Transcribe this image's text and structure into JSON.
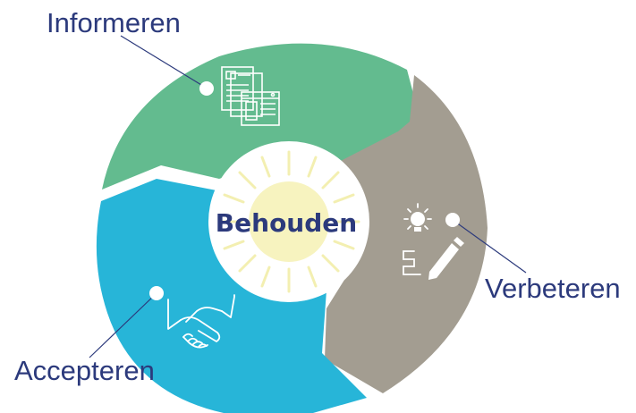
{
  "center": {
    "label": "Behouden"
  },
  "segments": [
    {
      "id": "informeren",
      "label": "Informeren",
      "color": "#63bb8f",
      "icon": "documents-icon"
    },
    {
      "id": "verbeteren",
      "label": "Verbeteren",
      "color": "#a39d91",
      "icon": "lightbulb-pencil-icon"
    },
    {
      "id": "accepteren",
      "label": "Accepteren",
      "color": "#27b5d8",
      "icon": "handshake-icon"
    }
  ],
  "colors": {
    "text": "#2c3a7c",
    "sun_rays": "#f3efb1",
    "sun_core": "#f7f3bf",
    "connector": "#2c3a7c",
    "icon_stroke": "#ffffff"
  }
}
